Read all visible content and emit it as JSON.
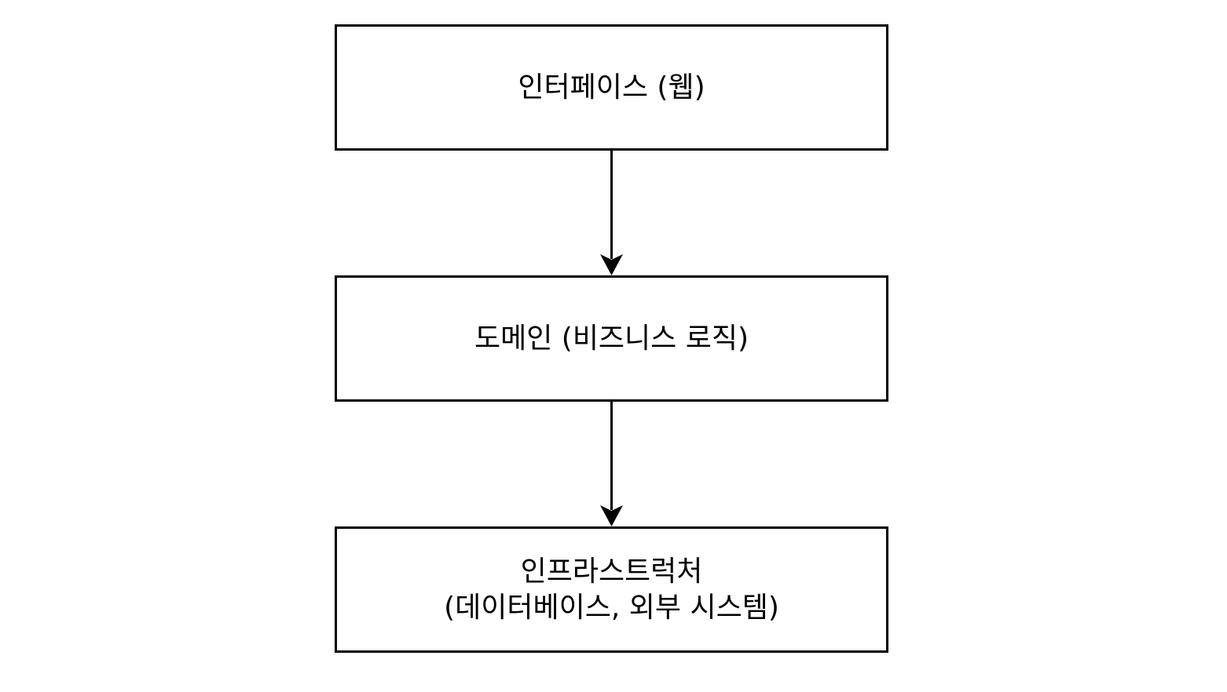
{
  "diagram": {
    "nodes": [
      {
        "id": "interface",
        "label": "인터페이스 (웹)"
      },
      {
        "id": "domain",
        "label": "도메인 (비즈니스 로직)"
      },
      {
        "id": "infrastructure",
        "label": "인프라스트럭처\n(데이터베이스, 외부 시스템)"
      }
    ],
    "edges": [
      {
        "from": "interface",
        "to": "domain"
      },
      {
        "from": "domain",
        "to": "infrastructure"
      }
    ],
    "colors": {
      "stroke": "#000000",
      "fill": "#ffffff",
      "text": "#000000"
    }
  }
}
